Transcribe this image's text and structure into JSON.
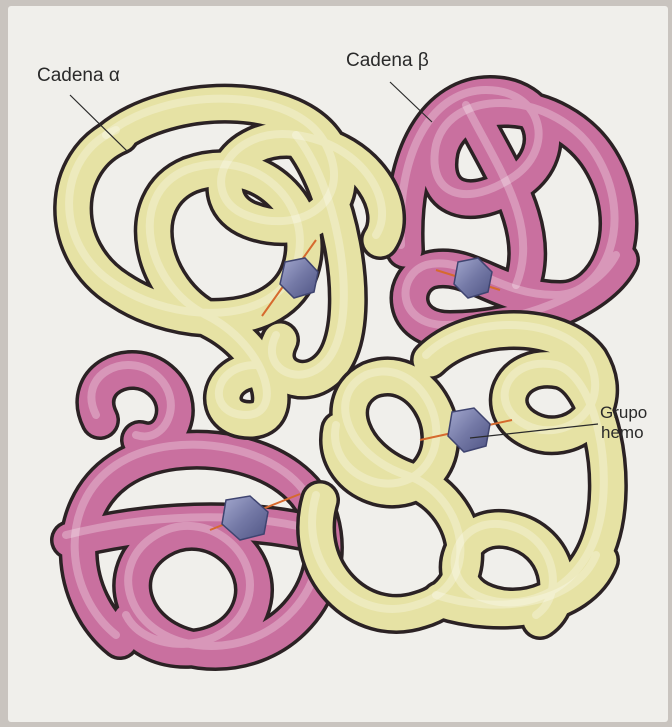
{
  "labels": {
    "alpha": "Cadena α",
    "beta": "Cadena β",
    "hemo_line1": "Grupo",
    "hemo_line2": "hemo"
  },
  "colors": {
    "alpha_chain": "#e6e2a4",
    "beta_chain": "#c9709f",
    "outline": "#2b2224",
    "heme": "#7479a6",
    "background": "#f0efeb"
  },
  "components": [
    "alpha-chain",
    "beta-chain",
    "alpha-chain",
    "beta-chain",
    "heme-group"
  ],
  "heme_count": 4
}
